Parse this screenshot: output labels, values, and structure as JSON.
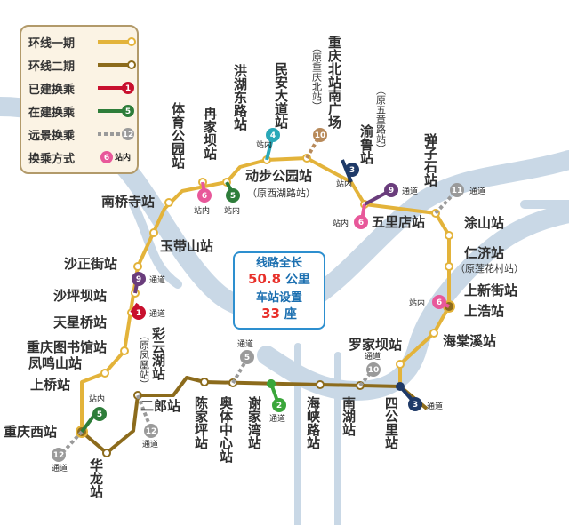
{
  "legend": [
    {
      "label": "环线一期",
      "kind": "line",
      "color": "#e3b33a"
    },
    {
      "label": "环线二期",
      "kind": "line",
      "color": "#8c6b1c"
    },
    {
      "label": "已建换乘",
      "kind": "badge",
      "color": "#c8102e",
      "badge": "1"
    },
    {
      "label": "在建换乘",
      "kind": "badge",
      "color": "#2e7d3a",
      "badge": "5"
    },
    {
      "label": "远景换乘",
      "kind": "badge",
      "color": "#9a9a9a",
      "badge": "12"
    },
    {
      "label": "换乘方式",
      "kind": "badge",
      "color": "#e8589a",
      "badge": "6",
      "badge_suffix": "站内"
    }
  ],
  "info": {
    "length_label": "线路全长",
    "length_value": "50.8",
    "length_unit": "公里",
    "stations_label": "车站设置",
    "stations_value": "33",
    "stations_unit": "座"
  },
  "colors": {
    "phase1": "#e3b33a",
    "phase2": "#8c6b1c",
    "river": "#c9d8e6",
    "line1": "#c8102e",
    "line2": "#3aa63a",
    "line3": "#1f3a68",
    "line4": "#2aa8b8",
    "line5": "#2e7d3a",
    "line6": "#e8589a",
    "line9": "#6a3d7c",
    "line10": "#b88a5a",
    "future": "#9a9a9a"
  },
  "stations": {
    "chongqing_xi": "重庆西站",
    "shangqiao": "上桥站",
    "fengming_shan": "凤鸣山站",
    "tushuguan": "重庆图书馆站",
    "tianxing_qiao": "天星桥站",
    "shaping_ba": "沙坪坝站",
    "shazheng_jie": "沙正街站",
    "yudai_shan": "玉带山站",
    "nanqiao_si": "南桥寺站",
    "tiyu_gongyuan": "体育公园站",
    "ranjia_ba": "冉家坝站",
    "dongbu_gongyuan": "动步公园站",
    "honghu_donglu": "洪湖东路站",
    "min_an_dadao": "民安大道站",
    "beizhan_nanguangchang": "重庆北站南广场",
    "yulu": "渝鲁站",
    "wulidian": "五里店站",
    "danzi_shi": "弹子石站",
    "tushan": "涂山站",
    "renji": "仁济站",
    "shang_xinjie": "上新街站",
    "shanghao": "上浩站",
    "haitang_xi": "海棠溪站",
    "luojia_ba": "罗家坝站",
    "si_gongli": "四公里站",
    "nanhu": "南湖站",
    "xiaxia_lu": "海峡路站",
    "xiejia_wan": "谢家湾站",
    "aoti_zhongxin": "奥体中心站",
    "chenjia_ping": "陈家坪站",
    "caiyun_hu": "彩云湖站",
    "erlang": "二郎站",
    "hualong": "华龙站"
  },
  "notes": {
    "dongbu_alias": "（原西湖路站）",
    "beizhan_alias": "（原重庆北站）",
    "yulu_alias": "（原五童路站）",
    "renji_alias": "（原莲花村站）",
    "caiyun_alias": "（原凤凰站）"
  },
  "tags": {
    "inside": "站内",
    "passage": "通道"
  },
  "transfer_numbers": {
    "l1": "1",
    "l2": "2",
    "l3": "3",
    "l4": "4",
    "l5": "5",
    "l6": "6",
    "l9": "9",
    "l10": "10",
    "l11": "11",
    "l12": "12"
  }
}
